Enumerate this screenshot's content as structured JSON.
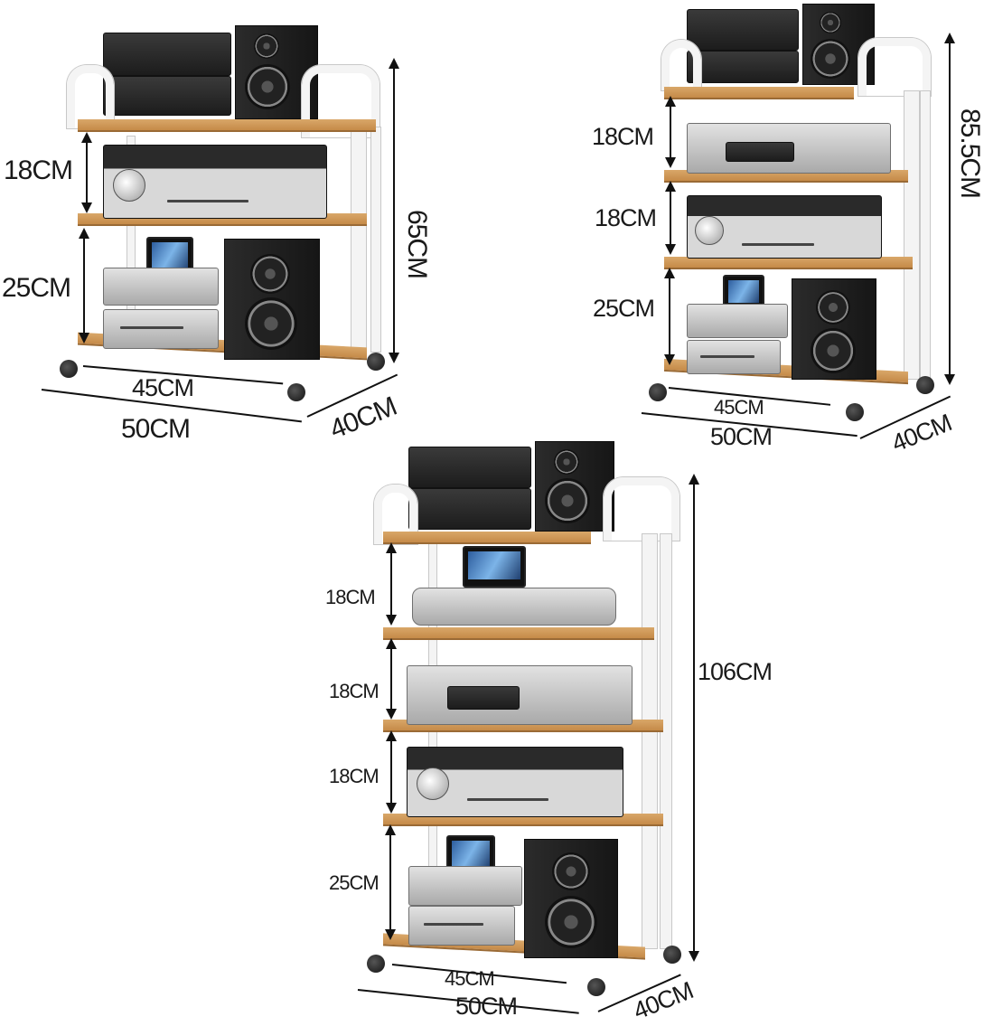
{
  "racks": [
    {
      "name": "3-tier rack",
      "tiers": 3,
      "shelf_gaps": [
        "18CM",
        "25CM"
      ],
      "height_label": "65CM",
      "inner_width_label": "45CM",
      "outer_width_label": "50CM",
      "depth_label": "40CM"
    },
    {
      "name": "4-tier rack",
      "tiers": 4,
      "shelf_gaps": [
        "18CM",
        "18CM",
        "25CM"
      ],
      "height_label": "85.5CM",
      "inner_width_label": "45CM",
      "outer_width_label": "50CM",
      "depth_label": "40CM"
    },
    {
      "name": "5-tier rack",
      "tiers": 5,
      "shelf_gaps": [
        "18CM",
        "18CM",
        "18CM",
        "25CM"
      ],
      "height_label": "106CM",
      "inner_width_label": "45CM",
      "outer_width_label": "50CM",
      "depth_label": "40CM"
    }
  ],
  "colors": {
    "wood": "#c8904c",
    "frame": "#f4f4f4",
    "device_black": "#1c1c1c",
    "device_silver": "#c8c8c8",
    "dimension_line": "#111111"
  }
}
